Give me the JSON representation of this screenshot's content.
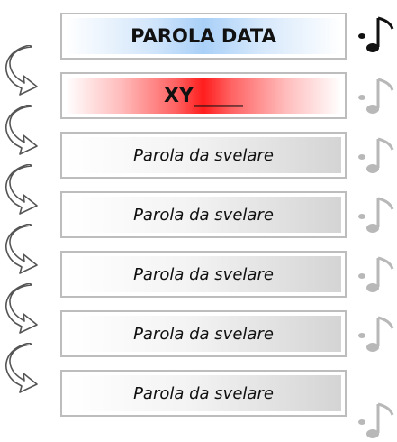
{
  "words": [
    {
      "text": "PAROLA DATA",
      "state": "given"
    },
    {
      "text": "XY_____",
      "state": "current"
    },
    {
      "text": "Parola da svelare",
      "state": "hidden"
    },
    {
      "text": "Parola da svelare",
      "state": "hidden"
    },
    {
      "text": "Parola da svelare",
      "state": "hidden"
    },
    {
      "text": "Parola da svelare",
      "state": "hidden"
    },
    {
      "text": "Parola da svelare",
      "state": "hidden"
    }
  ],
  "icons": {
    "arrow": "curved-arrow-icon",
    "note_active": "music-note-icon",
    "note_inactive": "music-note-icon"
  },
  "colors": {
    "given_accent": "#a9d0f8",
    "current_accent": "#ff1d1d",
    "hidden_accent": "#d4d4d4",
    "card_border": "#bdbdbd",
    "note_active": "#111111",
    "note_inactive": "#b8b8b8"
  }
}
